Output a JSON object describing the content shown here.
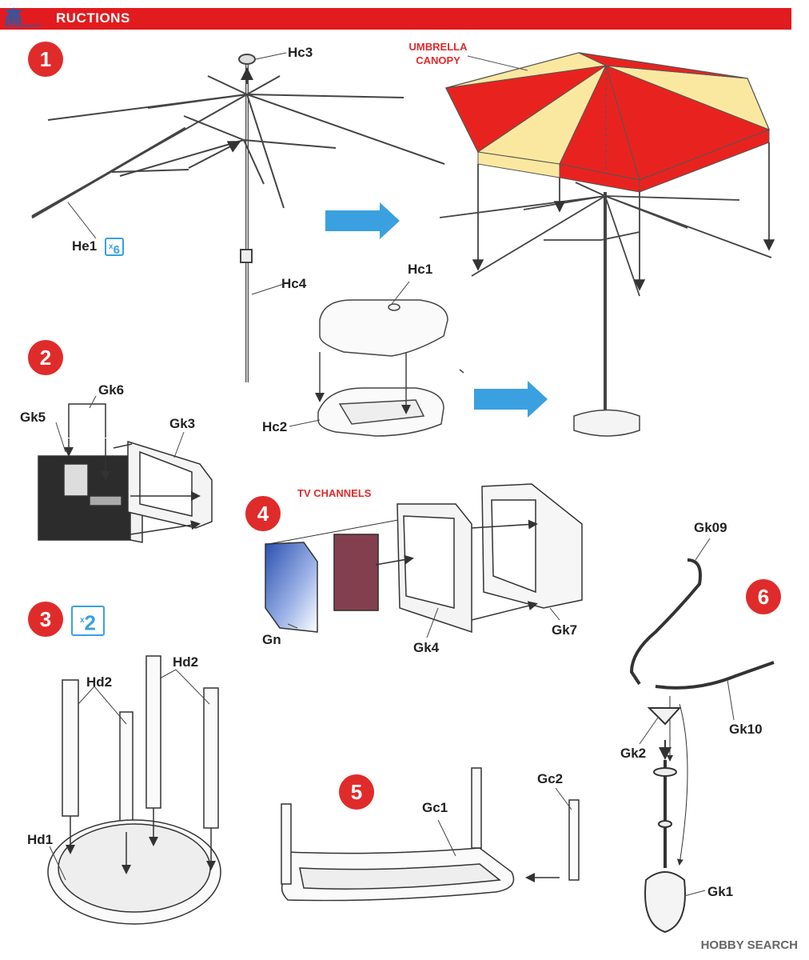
{
  "header": {
    "title": "RUCTIONS",
    "logo_text": "高",
    "logo_sub": "hobbysearch"
  },
  "steps": [
    "1",
    "2",
    "3",
    "4",
    "5",
    "6"
  ],
  "labels": {
    "hc3": "Hc3",
    "he1": "He1",
    "hc4": "Hc4",
    "hc1": "Hc1",
    "hc2": "Hc2",
    "gk6": "Gk6",
    "gk5": "Gk5",
    "gk3": "Gk3",
    "gn": "Gn",
    "gk4": "Gk4",
    "gk7": "Gk7",
    "gk09": "Gk09",
    "gk10": "Gk10",
    "gk2": "Gk2",
    "gk1": "Gk1",
    "hd2a": "Hd2",
    "hd2b": "Hd2",
    "hd1": "Hd1",
    "gc1": "Gc1",
    "gc2": "Gc2"
  },
  "callouts": {
    "umbrella_canopy_line1": "UMBRELLA",
    "umbrella_canopy_line2": "CANOPY",
    "tv_channels": "TV CHANNELS"
  },
  "quantities": {
    "he1_qty": "6",
    "step3_qty": "2"
  },
  "watermark": "HOBBY SEARCH",
  "colors": {
    "accent_red": "#e21b1f",
    "arrow_blue": "#3aa0e0",
    "canopy_red": "#e8231f",
    "canopy_yellow": "#fbe8a0"
  }
}
